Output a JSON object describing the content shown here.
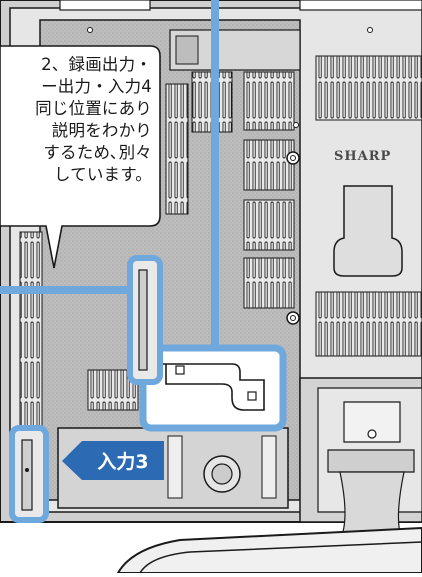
{
  "callout": {
    "lines": [
      "2、録画出力・",
      "ー出力・入力4",
      "同じ位置にあり",
      "説明をわかり",
      "するため､別々",
      "しています。"
    ]
  },
  "brand": "SHARP",
  "label_input3": "入力3",
  "colors": {
    "highlight_blue": "#6fa8dc",
    "label_blue": "#2c6ab3",
    "outline": "#1a1a1a",
    "panel_gray": "#bdbdbd",
    "light_gray": "#e3e3e3"
  }
}
